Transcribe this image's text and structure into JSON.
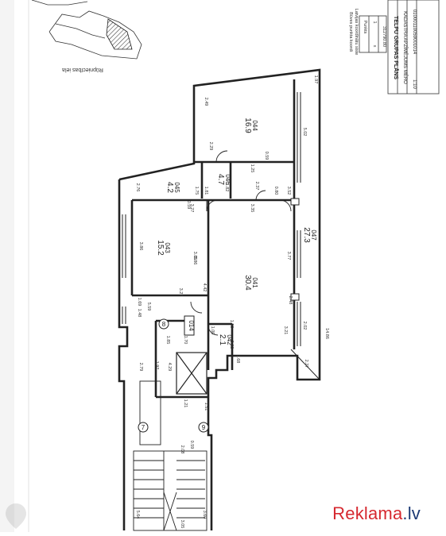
{
  "header": {
    "plan_title": "TELPU GRUPAS PLĀNS",
    "measure_line": "KADASTRA APZĪMĒJUMS  MĒRO",
    "cadastre_number": "01000110059001014",
    "scale": "1:10",
    "coord_note_1": "Būves punkta koordi",
    "coord_note_2": "Latvijas koordinātu siste",
    "coord_table_head": "Punkts",
    "coord_table_col": "x",
    "coord_value": "312790.80",
    "coord_point": "1"
  },
  "location": {
    "street": "Rūpniecības iela"
  },
  "rooms": [
    {
      "id": "014",
      "name": "044",
      "area": "16.9"
    },
    {
      "id": "015",
      "name": "045",
      "area": "4.2"
    },
    {
      "id": "016",
      "name": "046",
      "area": "4.7"
    },
    {
      "id": "017",
      "name": "043",
      "area": "15.2"
    },
    {
      "id": "018",
      "name": "041",
      "area": "30.4"
    },
    {
      "id": "019",
      "name": "047",
      "area": "27.3"
    },
    {
      "id": "020",
      "name": "042",
      "area": "2.1"
    }
  ],
  "labels": {
    "group_id": "014",
    "stair_left": "7",
    "stair_right": "9",
    "pillar_mark": "8"
  },
  "dims": [
    "1.97",
    "2.49",
    "5.02",
    "2.29",
    "1.25",
    "0.59",
    "2.37",
    "0.80",
    "1.82",
    "1.75",
    "1.81",
    "2.76",
    "0.59",
    "3.27",
    "3.35",
    "3.52",
    "3.77",
    "3.86",
    "3.85",
    "3.86",
    "2.48",
    "3.27",
    "4.42",
    "1.69",
    "1.48",
    "5.59",
    "2.02",
    "14.86",
    "1.70",
    "1.85",
    "1.00",
    "1.90",
    "1.68",
    "3.02",
    "3.21",
    "2.27",
    "1.97",
    "2.79",
    "4.29",
    "1.51",
    "1.21",
    "0.59",
    "2.08",
    "5.64",
    "3.60",
    "3.05"
  ],
  "watermark": {
    "brand": "Reklama",
    "tld": ".lv"
  },
  "colors": {
    "line": "#2b2b2b",
    "wall_fill": "#3a3a3a",
    "hatch": "#444444",
    "brand_red": "#d6282f",
    "brand_blue": "#1c3a75"
  }
}
